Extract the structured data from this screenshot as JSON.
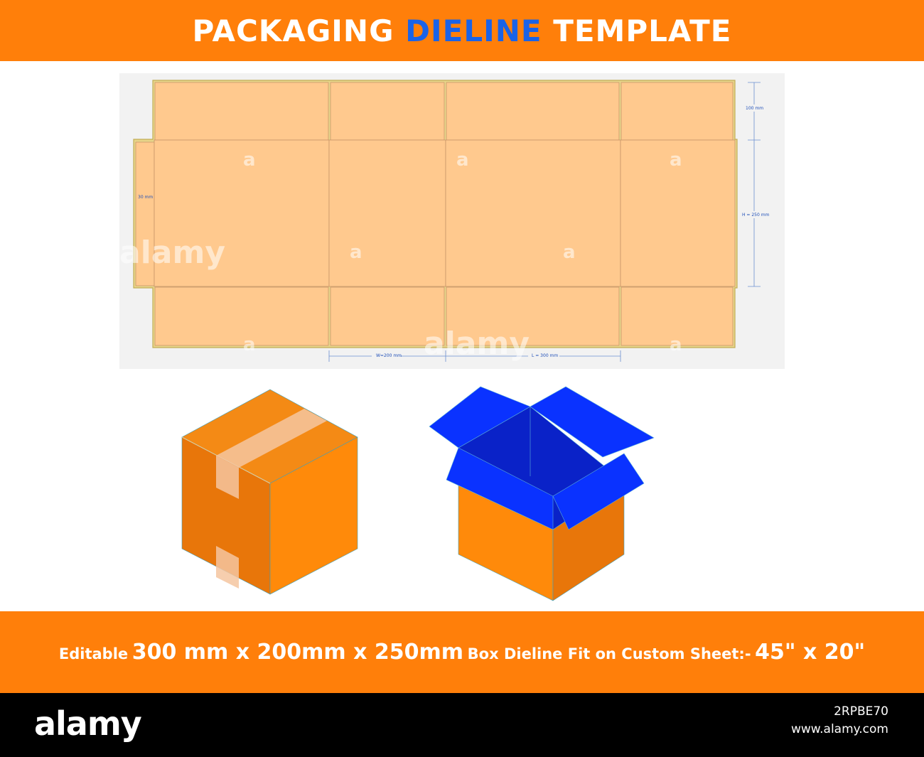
{
  "header": {
    "title_part1": "PACKAGING",
    "title_part2": "DIELINE",
    "title_part3": "TEMPLATE"
  },
  "dieline": {
    "dim_flap": "100  mm",
    "dim_height": "H = 250 mm",
    "dim_glue": "30 mm",
    "dim_width": "W=200 mm",
    "dim_length": "L = 300 mm"
  },
  "footer_caption": {
    "p1": "Editable",
    "p2": "300 mm x 200mm x 250mm",
    "p3": "Box Dieline Fit on Custom Sheet:-",
    "p4": "45\" x 20\""
  },
  "branding": {
    "logo": "alamy",
    "image_id": "2RPBE70",
    "site": "www.alamy.com"
  },
  "watermark": {
    "text": "alamy",
    "glyph": "a"
  },
  "colors": {
    "banner": "#ff7f0a",
    "accent": "#1a63e8",
    "panel_fill": "#ffc98e",
    "box_blue": "#0a32ff"
  }
}
